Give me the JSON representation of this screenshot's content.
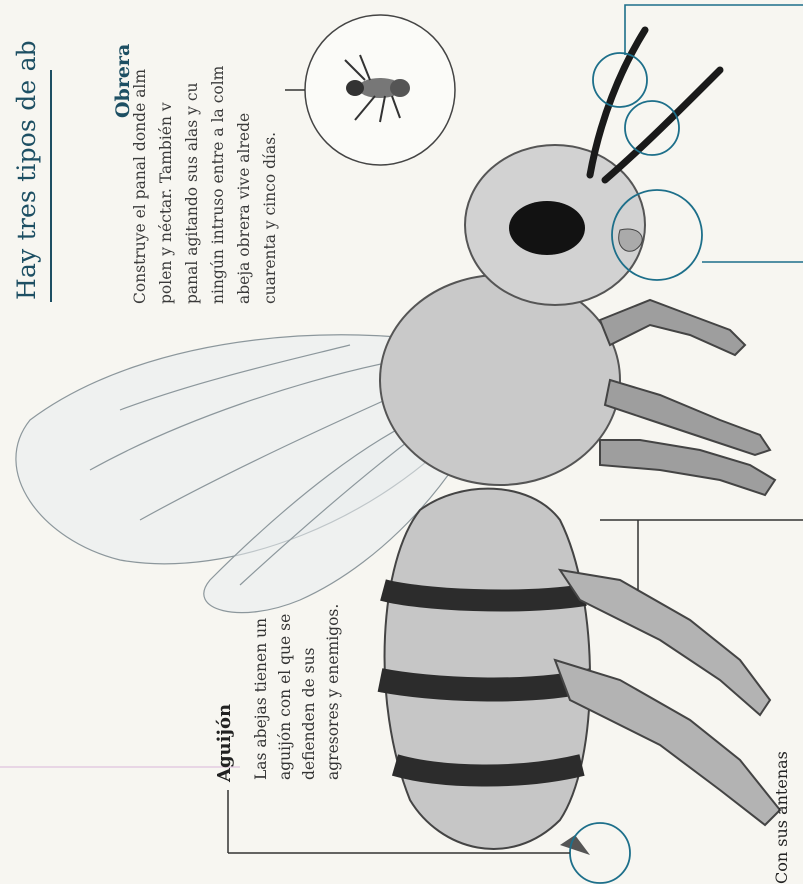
{
  "page": {
    "heading": "Hay tres tipos de ab",
    "subtitle": "Obrera",
    "worker_text": [
      "Construye el panal donde alm",
      "polen y néctar. También v",
      "panal agitando sus alas y cu",
      "ningún intruso entre a la colm",
      "abeja obrera vive alrede",
      "cuarenta y cinco días."
    ],
    "stinger": {
      "title": "Aguijón",
      "lines": [
        "Las abejas tienen un",
        "aguijón con el que se",
        "defienden de sus",
        "agresores y enemigos."
      ]
    },
    "antennae_caption": "Con sus antenas"
  },
  "colors": {
    "accent": "#1d4f63",
    "leader_blue": "#1d6f8a",
    "background": "#f7f6f1"
  }
}
